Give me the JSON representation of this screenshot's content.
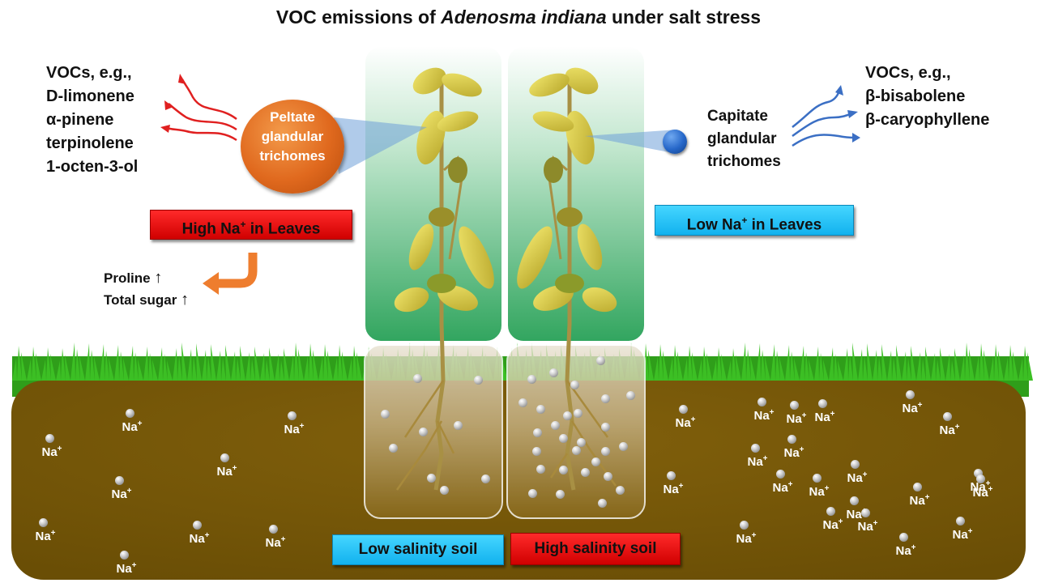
{
  "title": {
    "prefix": "VOC emissions of ",
    "species": "Adenosma indiana",
    "suffix": " under salt stress"
  },
  "left_vocs": [
    "VOCs, e.g.,",
    "D-limonene",
    "α-pinene",
    "terpinolene",
    "1-octen-3-ol"
  ],
  "right_vocs": [
    "VOCs, e.g.,",
    "β-bisabolene",
    "β-caryophyllene"
  ],
  "peltate_lines": [
    "Peltate",
    "glandular",
    "trichomes"
  ],
  "capitate_lines": [
    "Capitate",
    "glandular",
    "trichomes"
  ],
  "high_na_leaves": {
    "text": "High Na",
    "sup": "+",
    "rest": " in Leaves",
    "color": "#ff1a1a"
  },
  "low_na_leaves": {
    "text": "Low Na",
    "sup": "+",
    "rest": " in Leaves",
    "color": "#1ab8f0"
  },
  "effects": [
    {
      "label": "Proline",
      "arrow": "↑"
    },
    {
      "label": "Total sugar",
      "arrow": "↑"
    }
  ],
  "soil_labels": {
    "low": {
      "text": "Low salinity soil",
      "color": "#1ab8f0"
    },
    "high": {
      "text": "High salinity soil",
      "color": "#ff1a1a"
    }
  },
  "ion": {
    "symbol": "Na",
    "charge": "+"
  },
  "colors": {
    "soil": "#7a5a08",
    "grass": "#2fa81c",
    "panel_green": "#3fb06a",
    "voc_left_arrows": "#e02020",
    "voc_right_arrows": "#3b6fc4",
    "curved_arrow": "#ee7d2e"
  }
}
